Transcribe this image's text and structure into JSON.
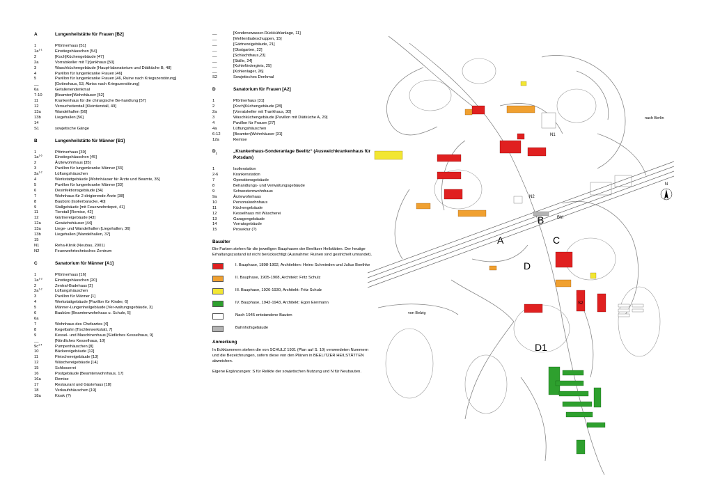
{
  "sections_left": [
    {
      "letter": "A",
      "title": "Lungenheilstätte für Frauen [B2]",
      "items": [
        {
          "num": "1",
          "sup": "",
          "text": "Pförtnerhaus [51]"
        },
        {
          "num": "1a",
          "sup": "1-1",
          "text": "Einstiegshäuschen [54]"
        },
        {
          "num": "2",
          "sup": "",
          "text": "[Koch]Küchengebäude [47]"
        },
        {
          "num": "2a",
          "sup": "",
          "text": "Vorratskeller mit T[r]ankhaus [50]"
        },
        {
          "num": "3",
          "sup": "",
          "text": "Waschküchengebäude [Haupt-laboratorium und Diätküche B, 48]"
        },
        {
          "num": "4",
          "sup": "",
          "text": "Pavillon für lungenkranke Frauen [46]"
        },
        {
          "num": "5",
          "sup": "",
          "text": "Pavillon für lungenkranke Frauen [46, Ruine nach Kriegszerstörung]"
        },
        {
          "num": "__",
          "sup": "",
          "text": "[Gotteshaus, 53, Abriss nach Kriegszerstörung]"
        },
        {
          "num": "6a",
          "sup": "",
          "text": "Gefallenendenkmal"
        },
        {
          "num": "7-10",
          "sup": "",
          "text": "[Beamten]Wohnhäuser [52]"
        },
        {
          "num": "11",
          "sup": "",
          "text": "Krankenhaus für die chirurgische Be-handlung [57]"
        },
        {
          "num": "12",
          "sup": "",
          "text": "Versuchstierstall [Kleintierstall, 49]"
        },
        {
          "num": "13a",
          "sup": "",
          "text": "Wandelhallen [56]"
        },
        {
          "num": "13b",
          "sup": "",
          "text": "Liegehallen [56]"
        },
        {
          "num": "14",
          "sup": "",
          "text": ""
        },
        {
          "num": "S1",
          "sup": "",
          "text": "sowjetische Gänge"
        }
      ]
    },
    {
      "letter": "B",
      "title": "Lungenheilstätte für Männer [B1]",
      "items": [
        {
          "num": "1",
          "sup": "",
          "text": "Pförtnerhaus [39]"
        },
        {
          "num": "1a",
          "sup": "1-6",
          "text": "Einstiegshäuschen [45]"
        },
        {
          "num": "2",
          "sup": "",
          "text": "Ärztewohnhaus [35]"
        },
        {
          "num": "3",
          "sup": "",
          "text": "Pavillon für lungenkranke Männer [33]"
        },
        {
          "num": "3a",
          "sup": "1-2",
          "text": "Lüftungshäuschen"
        },
        {
          "num": "4",
          "sup": "",
          "text": "Werkstattgebäude [Wohnhäuser für Ärzte und Beamte, 35]"
        },
        {
          "num": "5",
          "sup": "",
          "text": "Pavillon für lungenkranke Männer [33]"
        },
        {
          "num": "6",
          "sup": "",
          "text": "Desinfektionsgebäude [34]"
        },
        {
          "num": "7",
          "sup": "",
          "text": "Wohnhaus für 2 dirigierende Ärzte [38]"
        },
        {
          "num": "8",
          "sup": "",
          "text": "Baubüro [Isolierbaracke, 40]"
        },
        {
          "num": "9",
          "sup": "",
          "text": "Stallgebäude [mit Feuerwehrdepot, 41]"
        },
        {
          "num": "11",
          "sup": "",
          "text": "Tierstall [Remise, 42]"
        },
        {
          "num": "12",
          "sup": "",
          "text": "Gärtnereigebäude [43]"
        },
        {
          "num": "12a",
          "sup": "",
          "text": "Gewächshäuser [44]"
        },
        {
          "num": "13a",
          "sup": "",
          "text": "Liege- und Wandelhallen [Liegehallen, 36]"
        },
        {
          "num": "13b",
          "sup": "",
          "text": "Liegehallen [Wandelhallen, 37]"
        },
        {
          "num": "15",
          "sup": "",
          "text": ""
        },
        {
          "num": "N1",
          "sup": "",
          "text": "Reha-Klinik (Neubau, 2001)"
        },
        {
          "num": "N2",
          "sup": "",
          "text": "Feuerwehrtechnisches Zentrum"
        }
      ]
    },
    {
      "letter": "C",
      "title": "Sanatorium für Männer [A1]",
      "items": [
        {
          "num": "1",
          "sup": "",
          "text": "Pförtnerhaus [16]"
        },
        {
          "num": "1a",
          "sup": "1-3",
          "text": "Einstiegshäuschen [20]"
        },
        {
          "num": "2",
          "sup": "",
          "text": "Zentral-Badehaus [2]"
        },
        {
          "num": "2a",
          "sup": "1-2",
          "text": "Lüftungshäuschen"
        },
        {
          "num": "3",
          "sup": "",
          "text": "Pavillon für Männer [1]"
        },
        {
          "num": "4",
          "sup": "",
          "text": "Werkstattgebäude [Pavillon für Kinder, 6]"
        },
        {
          "num": "5",
          "sup": "",
          "text": "Männer-Lungenheilgebäude [Ver-waltungsgebäude, 3]"
        },
        {
          "num": "6",
          "sup": "",
          "text": "Baubüro [Beamtenwohnhaus u. Schule, 5]"
        },
        {
          "num": "6a",
          "sup": "",
          "text": ""
        },
        {
          "num": "7",
          "sup": "",
          "text": "Wohnhaus des Chefarztes [4]"
        },
        {
          "num": "8",
          "sup": "",
          "text": "Kegelbahn [Tischlerwerkstatt, 7]"
        },
        {
          "num": "9",
          "sup": "",
          "text": "Kessel- und Maschinenhaus [Südliches Kesselhaus, 9]"
        },
        {
          "num": "__",
          "sup": "",
          "text": "[Nördliches Kesselhaus, 10]"
        },
        {
          "num": "9c",
          "sup": "1-4",
          "text": "Pumpenhäuschen [8]"
        },
        {
          "num": "10",
          "sup": "",
          "text": "Bäckereigebäude [12]"
        },
        {
          "num": "11",
          "sup": "",
          "text": "Fleischereigebäude [13]"
        },
        {
          "num": "12",
          "sup": "",
          "text": "Wäschereigebäude [14]"
        },
        {
          "num": "15",
          "sup": "",
          "text": "Schlosserei"
        },
        {
          "num": "16",
          "sup": "",
          "text": "Postgebäude [Beamtenwohnhaus, 17]"
        },
        {
          "num": "16a",
          "sup": "",
          "text": "Remise"
        },
        {
          "num": "17",
          "sup": "",
          "text": "Restaurant und Gästehaus [18]"
        },
        {
          "num": "18",
          "sup": "",
          "text": "Verkaufshäuschen [19]"
        },
        {
          "num": "18a",
          "sup": "",
          "text": "Kiosk (?)"
        }
      ]
    }
  ],
  "continuation_items": [
    {
      "num": "__",
      "sup": "",
      "text": "[Kondenswasser-Rückkühlanlage, 11]"
    },
    {
      "num": "__",
      "sup": "",
      "text": "[Mehlentladeschuppen, 15]"
    },
    {
      "num": "__",
      "sup": "",
      "text": "[Gärtnereigebäude, 21]"
    },
    {
      "num": "__",
      "sup": "",
      "text": "[Obstgarten, 22]"
    },
    {
      "num": "__",
      "sup": "",
      "text": "[Schlachthaus,23]"
    },
    {
      "num": "__",
      "sup": "",
      "text": "[Ställe, 24]"
    },
    {
      "num": "__",
      "sup": "",
      "text": "[Kohlefördergleis, 25]"
    },
    {
      "num": "__",
      "sup": "",
      "text": "[Kohlenlager, 26]"
    },
    {
      "num": "S2",
      "sup": "",
      "text": "Sowjetisches Denkmal"
    }
  ],
  "sections_right": [
    {
      "letter": "D",
      "title": "Sanatorium für Frauen [A2]",
      "items": [
        {
          "num": "1",
          "sup": "",
          "text": "Pförtnerhaus [31]"
        },
        {
          "num": "2",
          "sup": "",
          "text": "[Koch]Küchengebäude [28]"
        },
        {
          "num": "2a",
          "sup": "",
          "text": "[Vorratskeller mit Trankhaus, 30]"
        },
        {
          "num": "3",
          "sup": "",
          "text": "Waschküchengebäude [Pavillon mit Diätküche A, 29]"
        },
        {
          "num": "4",
          "sup": "",
          "text": "Pavillon für Frauen [27]"
        },
        {
          "num": "4a",
          "sup": "",
          "text": "Lüftungshäuschen"
        },
        {
          "num": "6-12",
          "sup": "",
          "text": "[Beamten]Wohnhäuser [31]"
        },
        {
          "num": "12a",
          "sup": "",
          "text": "Remise"
        }
      ]
    },
    {
      "letter": "D",
      "letter_sub": "1",
      "title": "„Krankenhaus-Sonderanlage Beelitz“ (Ausweichkrankenhaus für Potsdam)",
      "items": [
        {
          "num": "1",
          "sup": "",
          "text": "Isolierstation"
        },
        {
          "num": "2-6",
          "sup": "",
          "text": "Krankenstation"
        },
        {
          "num": "7",
          "sup": "",
          "text": "Operationsgebäude"
        },
        {
          "num": "8",
          "sup": "",
          "text": "Behandlungs- und Verwaltungsgebäude"
        },
        {
          "num": "9",
          "sup": "",
          "text": "Schwesternwohnhaus"
        },
        {
          "num": "9a",
          "sup": "",
          "text": "Ärztewohnhaus"
        },
        {
          "num": "10",
          "sup": "",
          "text": "Personalwohnhaus"
        },
        {
          "num": "11",
          "sup": "",
          "text": "Küchengebäude"
        },
        {
          "num": "12",
          "sup": "",
          "text": "Kesselhaus mit Wäscherei"
        },
        {
          "num": "13",
          "sup": "",
          "text": "Garagengebäude"
        },
        {
          "num": "14",
          "sup": "",
          "text": "Vorratsgebäude"
        },
        {
          "num": "15",
          "sup": "",
          "text": "Prosektur (?)"
        }
      ]
    }
  ],
  "baualter": {
    "heading": "Baualter",
    "intro": "Die Farben stehen für die jeweiligen Bauphasen der Beelitzer Heilstätten. Der heutige Erhaltungszustand ist nicht berücksichtigt (Ausnahme: Ruinen sind gestrichelt umrandet).",
    "legend": [
      {
        "color": "#e02020",
        "text": "I. Bauphase, 1898-1902, Architekten: Heino Schmieden und Julius Boethke"
      },
      {
        "color": "#f0a030",
        "text": "II. Bauphase, 1905-1908, Architekt: Fritz Schulz"
      },
      {
        "color": "#f2e632",
        "text": "III. Bauphase, 1926-1930, Architekt: Fritz Schulz"
      },
      {
        "color": "#2ea02e",
        "text": "IV. Bauphase, 1942-1943, Architekt: Egon Eiermann"
      },
      {
        "color": "#ffffff",
        "text": "Nach 1945 entstandene Bauten"
      },
      {
        "color": "#b4b4b4",
        "text": "Bahnhofsgebäude"
      }
    ]
  },
  "anmerkung": {
    "heading": "Anmerkung",
    "paragraphs": [
      "In Eckklammern stehen die von SCHULZ 1931 (Plan auf S. 10) verwendeten Nummern und die Bezeichnungen, sofern diese von den Plänen in BEELITZER HEILSTÄTTEN abweichen.",
      "Eigene Ergänzungen: S für Relikte der sowjetischen Nutzung und N für Neubauten."
    ]
  },
  "map": {
    "label_to_berlin": "nach Berlin",
    "label_from_belzig": "von Belzig",
    "label_bhf": "Bhf",
    "north": "N",
    "areas": [
      "A",
      "B",
      "C",
      "D",
      "D1"
    ],
    "markers": [
      "N1",
      "N2",
      "S2"
    ]
  }
}
